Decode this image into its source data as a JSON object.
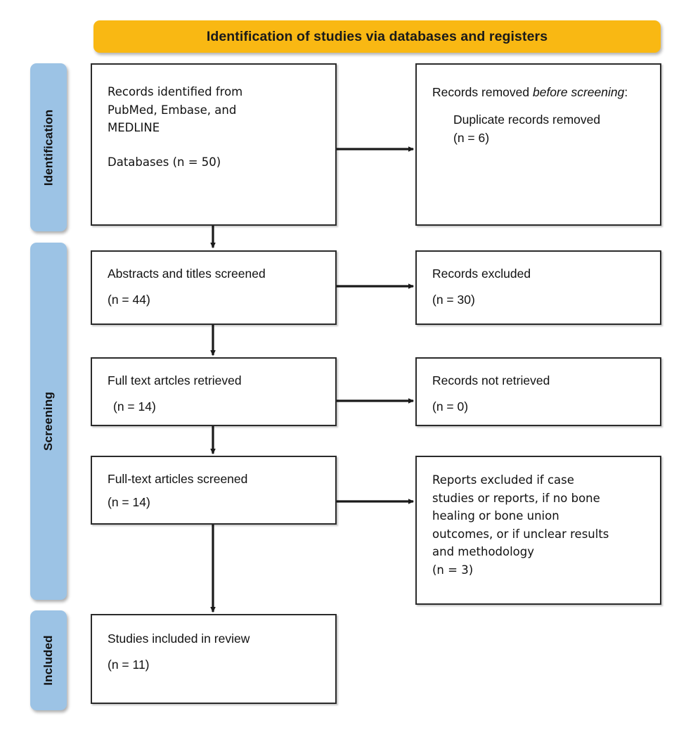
{
  "figure": {
    "type": "prisma-flow-diagram",
    "title": "Identification of studies via databases and registers",
    "colors": {
      "banner_fill": "#F9B813",
      "stage_fill": "#9CC3E5",
      "box_border": "#2B2B2B",
      "box_fill": "#FFFFFF",
      "text": "#111111",
      "connector": "#1A1A1A"
    }
  },
  "banner": {
    "label": "Identification of studies via databases and registers"
  },
  "stages": [
    {
      "id": "identification",
      "label": "Identification"
    },
    {
      "id": "screening",
      "label": "Screening"
    },
    {
      "id": "included",
      "label": "Included"
    }
  ],
  "boxes": {
    "records_identified": {
      "stage": "identification",
      "column": "left",
      "lines": [
        "Records identified from",
        "PubMed, Embase, and",
        "MEDLINE",
        "",
        "Databases (n = 50)"
      ],
      "count_label": "Databases (n = 50)",
      "n": 50
    },
    "records_removed": {
      "stage": "identification",
      "column": "right",
      "heading_prefix": "Records removed ",
      "heading_italic": "before screening",
      "heading_suffix": ":",
      "detail_lines": [
        "Duplicate records removed",
        "(n = 6)"
      ],
      "n": 6
    },
    "abstracts_screened": {
      "stage": "screening",
      "column": "left",
      "lines": [
        "Abstracts and titles screened",
        "(n = 44)"
      ],
      "n": 44
    },
    "records_excluded": {
      "stage": "screening",
      "column": "right",
      "lines": [
        "Records excluded",
        "(n = 30)"
      ],
      "n": 30
    },
    "full_text_retrieved": {
      "stage": "screening",
      "column": "left",
      "lines": [
        "Full text artcles retrieved",
        "(n = 14)"
      ],
      "n": 14
    },
    "records_not_retrieved": {
      "stage": "screening",
      "column": "right",
      "lines": [
        "Records not retrieved",
        "(n = 0)"
      ],
      "n": 0
    },
    "full_text_screened": {
      "stage": "screening",
      "column": "left",
      "lines": [
        "Full-text articles screened",
        "(n = 14)"
      ],
      "n": 14
    },
    "reports_excluded": {
      "stage": "screening",
      "column": "right",
      "lines": [
        "Reports excluded if case",
        "studies or reports, if no bone",
        "healing or bone union",
        "outcomes, or if unclear results",
        "and methodology",
        "(n = 3)"
      ],
      "n": 3
    },
    "studies_included": {
      "stage": "included",
      "column": "left",
      "lines": [
        "Studies included in review",
        "(n = 11)"
      ],
      "n": 11
    }
  },
  "flow": {
    "vertical_arrows": [
      {
        "from": "records_identified",
        "to": "abstracts_screened"
      },
      {
        "from": "abstracts_screened",
        "to": "full_text_retrieved"
      },
      {
        "from": "full_text_retrieved",
        "to": "full_text_screened"
      },
      {
        "from": "full_text_screened",
        "to": "studies_included"
      }
    ],
    "horizontal_arrows": [
      {
        "from": "records_identified",
        "to": "records_removed"
      },
      {
        "from": "abstracts_screened",
        "to": "records_excluded"
      },
      {
        "from": "full_text_retrieved",
        "to": "records_not_retrieved"
      },
      {
        "from": "full_text_screened",
        "to": "reports_excluded"
      }
    ]
  }
}
